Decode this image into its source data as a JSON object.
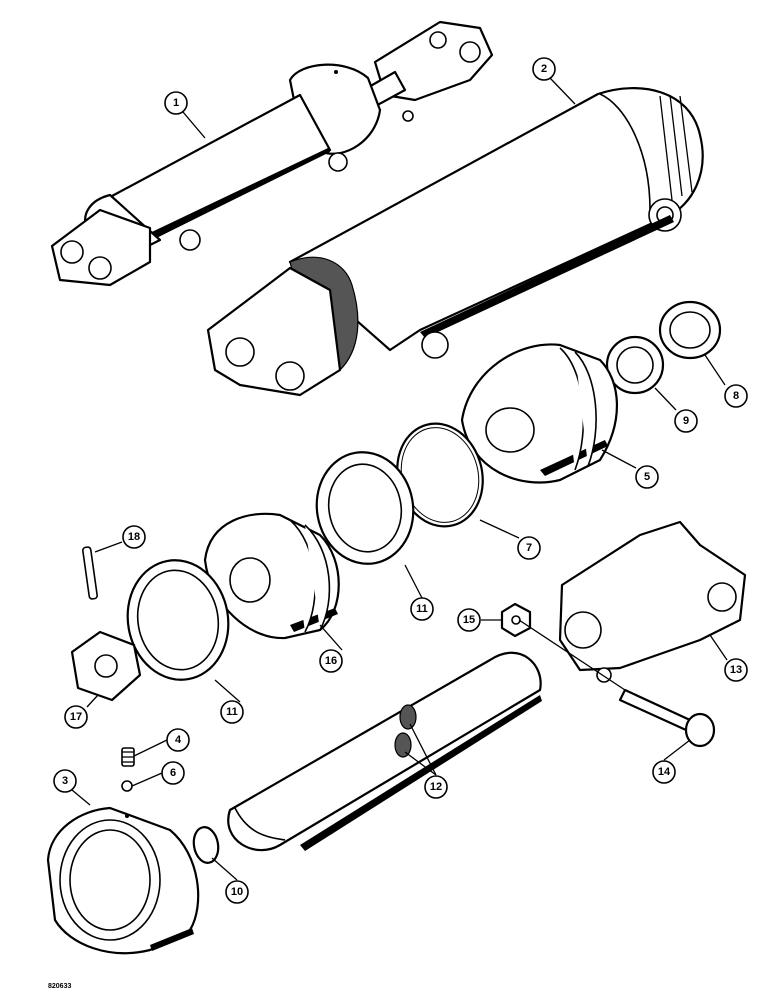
{
  "figure_ref": "820633",
  "callouts": [
    {
      "id": "c1",
      "label": "1"
    },
    {
      "id": "c2",
      "label": "2"
    },
    {
      "id": "c3",
      "label": "3"
    },
    {
      "id": "c4",
      "label": "4"
    },
    {
      "id": "c5",
      "label": "5"
    },
    {
      "id": "c6",
      "label": "6"
    },
    {
      "id": "c7",
      "label": "7"
    },
    {
      "id": "c8",
      "label": "8"
    },
    {
      "id": "c9",
      "label": "9"
    },
    {
      "id": "c10",
      "label": "10"
    },
    {
      "id": "c11a",
      "label": "11"
    },
    {
      "id": "c11b",
      "label": "11"
    },
    {
      "id": "c12",
      "label": "12"
    },
    {
      "id": "c13",
      "label": "13"
    },
    {
      "id": "c14",
      "label": "14"
    },
    {
      "id": "c15",
      "label": "15"
    },
    {
      "id": "c16",
      "label": "16"
    },
    {
      "id": "c17",
      "label": "17"
    },
    {
      "id": "c18",
      "label": "18"
    }
  ]
}
